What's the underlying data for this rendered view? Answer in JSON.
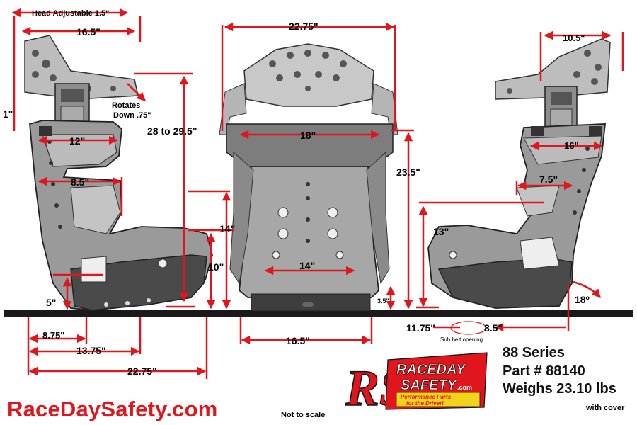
{
  "dimensions": {
    "head_adjustable": "Head Adjustable 1.5\"",
    "side_top_width": "16.5\"",
    "rotates": "Rotates",
    "rotates_down": "Down .75\"",
    "one_inch": "1\"",
    "side_height": "28 to 29.5\"",
    "shoulder_left": "12\"",
    "rib_left": "8.5\"",
    "fourteen_left": "14\"",
    "ten_left": "10\"",
    "five_left": "5\"",
    "base_8_75": "8.75\"",
    "base_13_75": "13.75\"",
    "base_22_75": "22.75\"",
    "front_top_width": "22.75\"",
    "front_shoulder": "18\"",
    "front_height": "23.5\"",
    "front_hip": "14\"",
    "front_base": "16.5\"",
    "front_3_5": "3.5\"",
    "right_top_width": "10.5\"",
    "right_shoulder": "16\"",
    "right_rib": "7.5\"",
    "right_13": "13\"",
    "right_angle": "18º",
    "sub_left": "11.75\"",
    "sub_right": "8.5\"",
    "sub_belt": "Sub belt opening"
  },
  "info": {
    "series": "88 Series",
    "part": "Part # 88140",
    "weight": "Weighs 23.10 lbs",
    "cover": "with cover",
    "scale_note": "Not to scale",
    "website": "RaceDaySafety.com"
  },
  "logo": {
    "letters": "RS",
    "line1": "RACEDAY",
    "line2": "SAFETY",
    "dotcom": ".com",
    "tagline1": "Performance Parts",
    "tagline2": "for the Driver!"
  },
  "colors": {
    "dimension_red": "#e0161c",
    "seat_gray": "#9a9a9a",
    "seat_dark": "#4a4a4a",
    "ground": "#1a1a1a",
    "logo_yellow": "#f3d21b"
  }
}
